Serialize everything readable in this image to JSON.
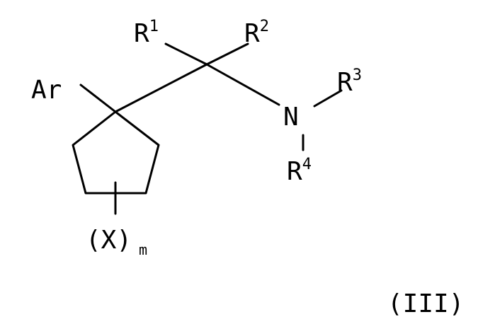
{
  "figure": {
    "formula_label": "(III)",
    "atoms": {
      "ar": "Ar",
      "r1": {
        "symbol": "R",
        "superscript": "1"
      },
      "r2": {
        "symbol": "R",
        "superscript": "2"
      },
      "r3": {
        "symbol": "R",
        "superscript": "3"
      },
      "r4": {
        "symbol": "R",
        "superscript": "4"
      },
      "n": "N",
      "x_group": {
        "text": "(X)",
        "subscript": "m"
      }
    }
  }
}
